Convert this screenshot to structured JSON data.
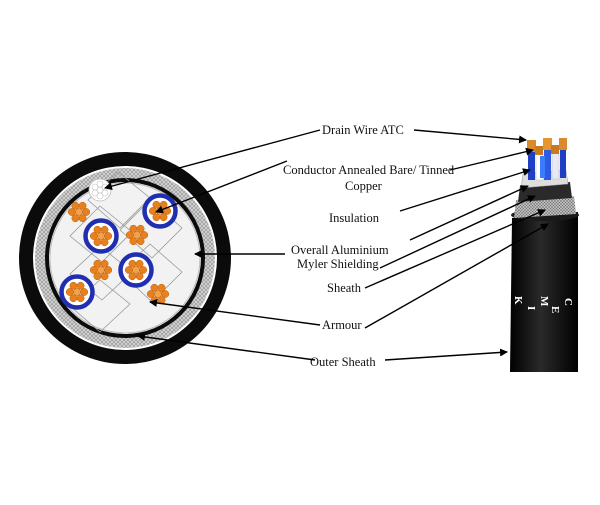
{
  "labels": {
    "drain_wire": "Drain Wire ATC",
    "conductor_line1": "Conductor Annealed Bare/ Tinned",
    "conductor_line2": "Copper",
    "insulation": "Insulation",
    "shielding_line1": "Overall Aluminium",
    "shielding_line2": "Myler Shielding",
    "sheath": "Sheath",
    "armour": "Armour",
    "outer_sheath": "Outer Sheath"
  },
  "cable_print": [
    "K",
    "I",
    "M",
    "E",
    "C"
  ],
  "colors": {
    "outer_sheath": "#0b0b0b",
    "armour": "#c9c9c9",
    "shield": "#e6e6e6",
    "insulation": "#1f2fb0",
    "copper": "#e8801e",
    "copper_light": "#f2a24a",
    "cable_end_copper": "#d98a2a"
  }
}
